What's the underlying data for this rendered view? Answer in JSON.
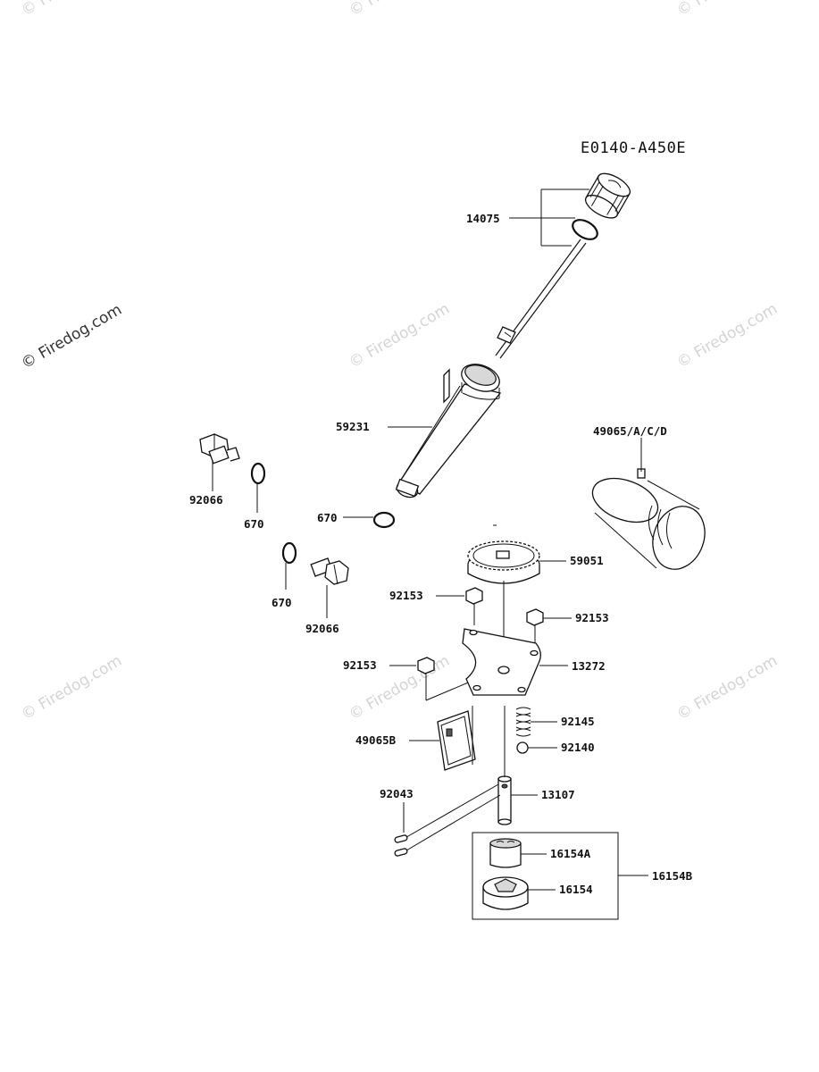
{
  "diagram_code": "E0140-A450E",
  "watermark": {
    "text": "© Firedog.com",
    "color_dark": "#333333",
    "color_light": "#d4d4d4"
  },
  "labels": {
    "p14075": "14075",
    "p59231": "59231",
    "p49065acd": "49065/A/C/D",
    "p92066_top": "92066",
    "p670_a": "670",
    "p670_b": "670",
    "p670_c": "670",
    "p92066_bottom": "92066",
    "p59051": "59051",
    "p92153_a": "92153",
    "p92153_b": "92153",
    "p92153_c": "92153",
    "p13272": "13272",
    "p92145": "92145",
    "p92140": "92140",
    "p49065b": "49065B",
    "p92043": "92043",
    "p13107": "13107",
    "p16154a": "16154A",
    "p16154b": "16154B",
    "p16154": "16154"
  },
  "icons": {
    "dipstick": "dipstick-cap-icon",
    "oil_filter": "oil-filter-icon",
    "gear": "gear-icon",
    "drain_plug": "drain-plug-icon",
    "o_ring": "o-ring-icon"
  }
}
